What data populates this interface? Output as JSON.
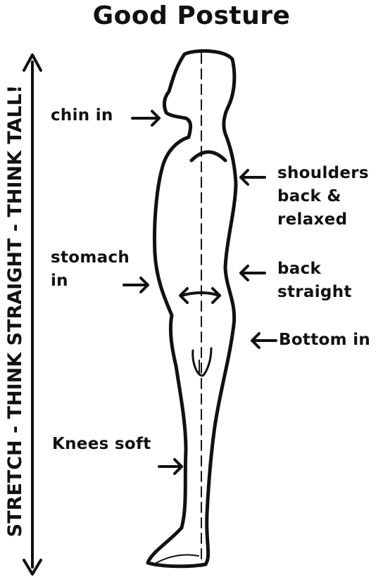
{
  "title": "Good Posture",
  "vertical_text": "STRETCH - THINK STRAIGHT - THINK TALL!",
  "labels": {
    "chin": "chin in",
    "shoulders": [
      "shoulders",
      "back &",
      "relaxed"
    ],
    "stomach": [
      "stomach",
      "in"
    ],
    "back": [
      "back",
      "straight"
    ],
    "bottom": "Bottom in",
    "knees": "Knees soft"
  }
}
